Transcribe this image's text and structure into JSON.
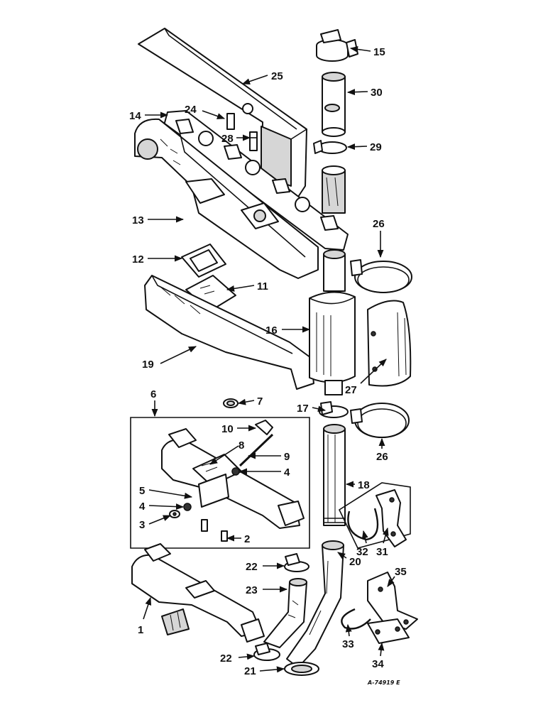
{
  "figure": {
    "reference_code": "A-74919 E",
    "callouts": {
      "n1": "1",
      "n2": "2",
      "n3": "3",
      "n4a": "4",
      "n4b": "4",
      "n5": "5",
      "n6": "6",
      "n7": "7",
      "n8": "8",
      "n9": "9",
      "n10": "10",
      "n11": "11",
      "n12": "12",
      "n13": "13",
      "n14": "14",
      "n15": "15",
      "n16": "16",
      "n17": "17",
      "n18": "18",
      "n19": "19",
      "n20": "20",
      "n21": "21",
      "n22a": "22",
      "n22b": "22",
      "n23": "23",
      "n24": "24",
      "n25": "25",
      "n26a": "26",
      "n26b": "26",
      "n27": "27",
      "n28": "28",
      "n29": "29",
      "n30": "30",
      "n31": "31",
      "n32": "32",
      "n33": "33",
      "n34": "34",
      "n35": "35"
    }
  }
}
